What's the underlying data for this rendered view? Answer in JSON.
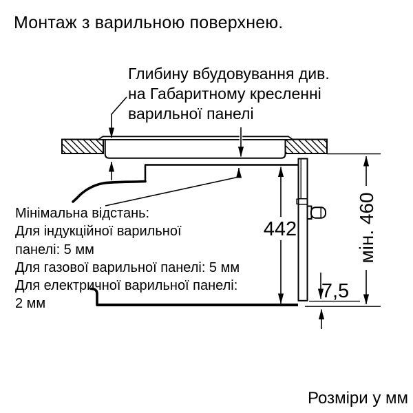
{
  "page": {
    "title": "Монтаж з варильною поверхнею.",
    "footer": "Розміри у мм"
  },
  "diagram": {
    "depth_note": {
      "lines": [
        "Глибину вбудовування див.",
        "на Габаритному кресленні",
        "варильної панелі"
      ]
    },
    "min_distance_note": {
      "lines": [
        "Мінімальна відстань:",
        "Для індукційної варильної",
        "панелі: 5 мм",
        "Для газової варильної панелі: 5 мм",
        "Для електричної варильної панелі:",
        "2 мм"
      ]
    },
    "dimensions": {
      "oven_height": "442",
      "niche_min_height": "мін. 460",
      "door_bottom_gap": "7,5"
    },
    "colors": {
      "line": "#000000",
      "background": "#ffffff"
    }
  }
}
